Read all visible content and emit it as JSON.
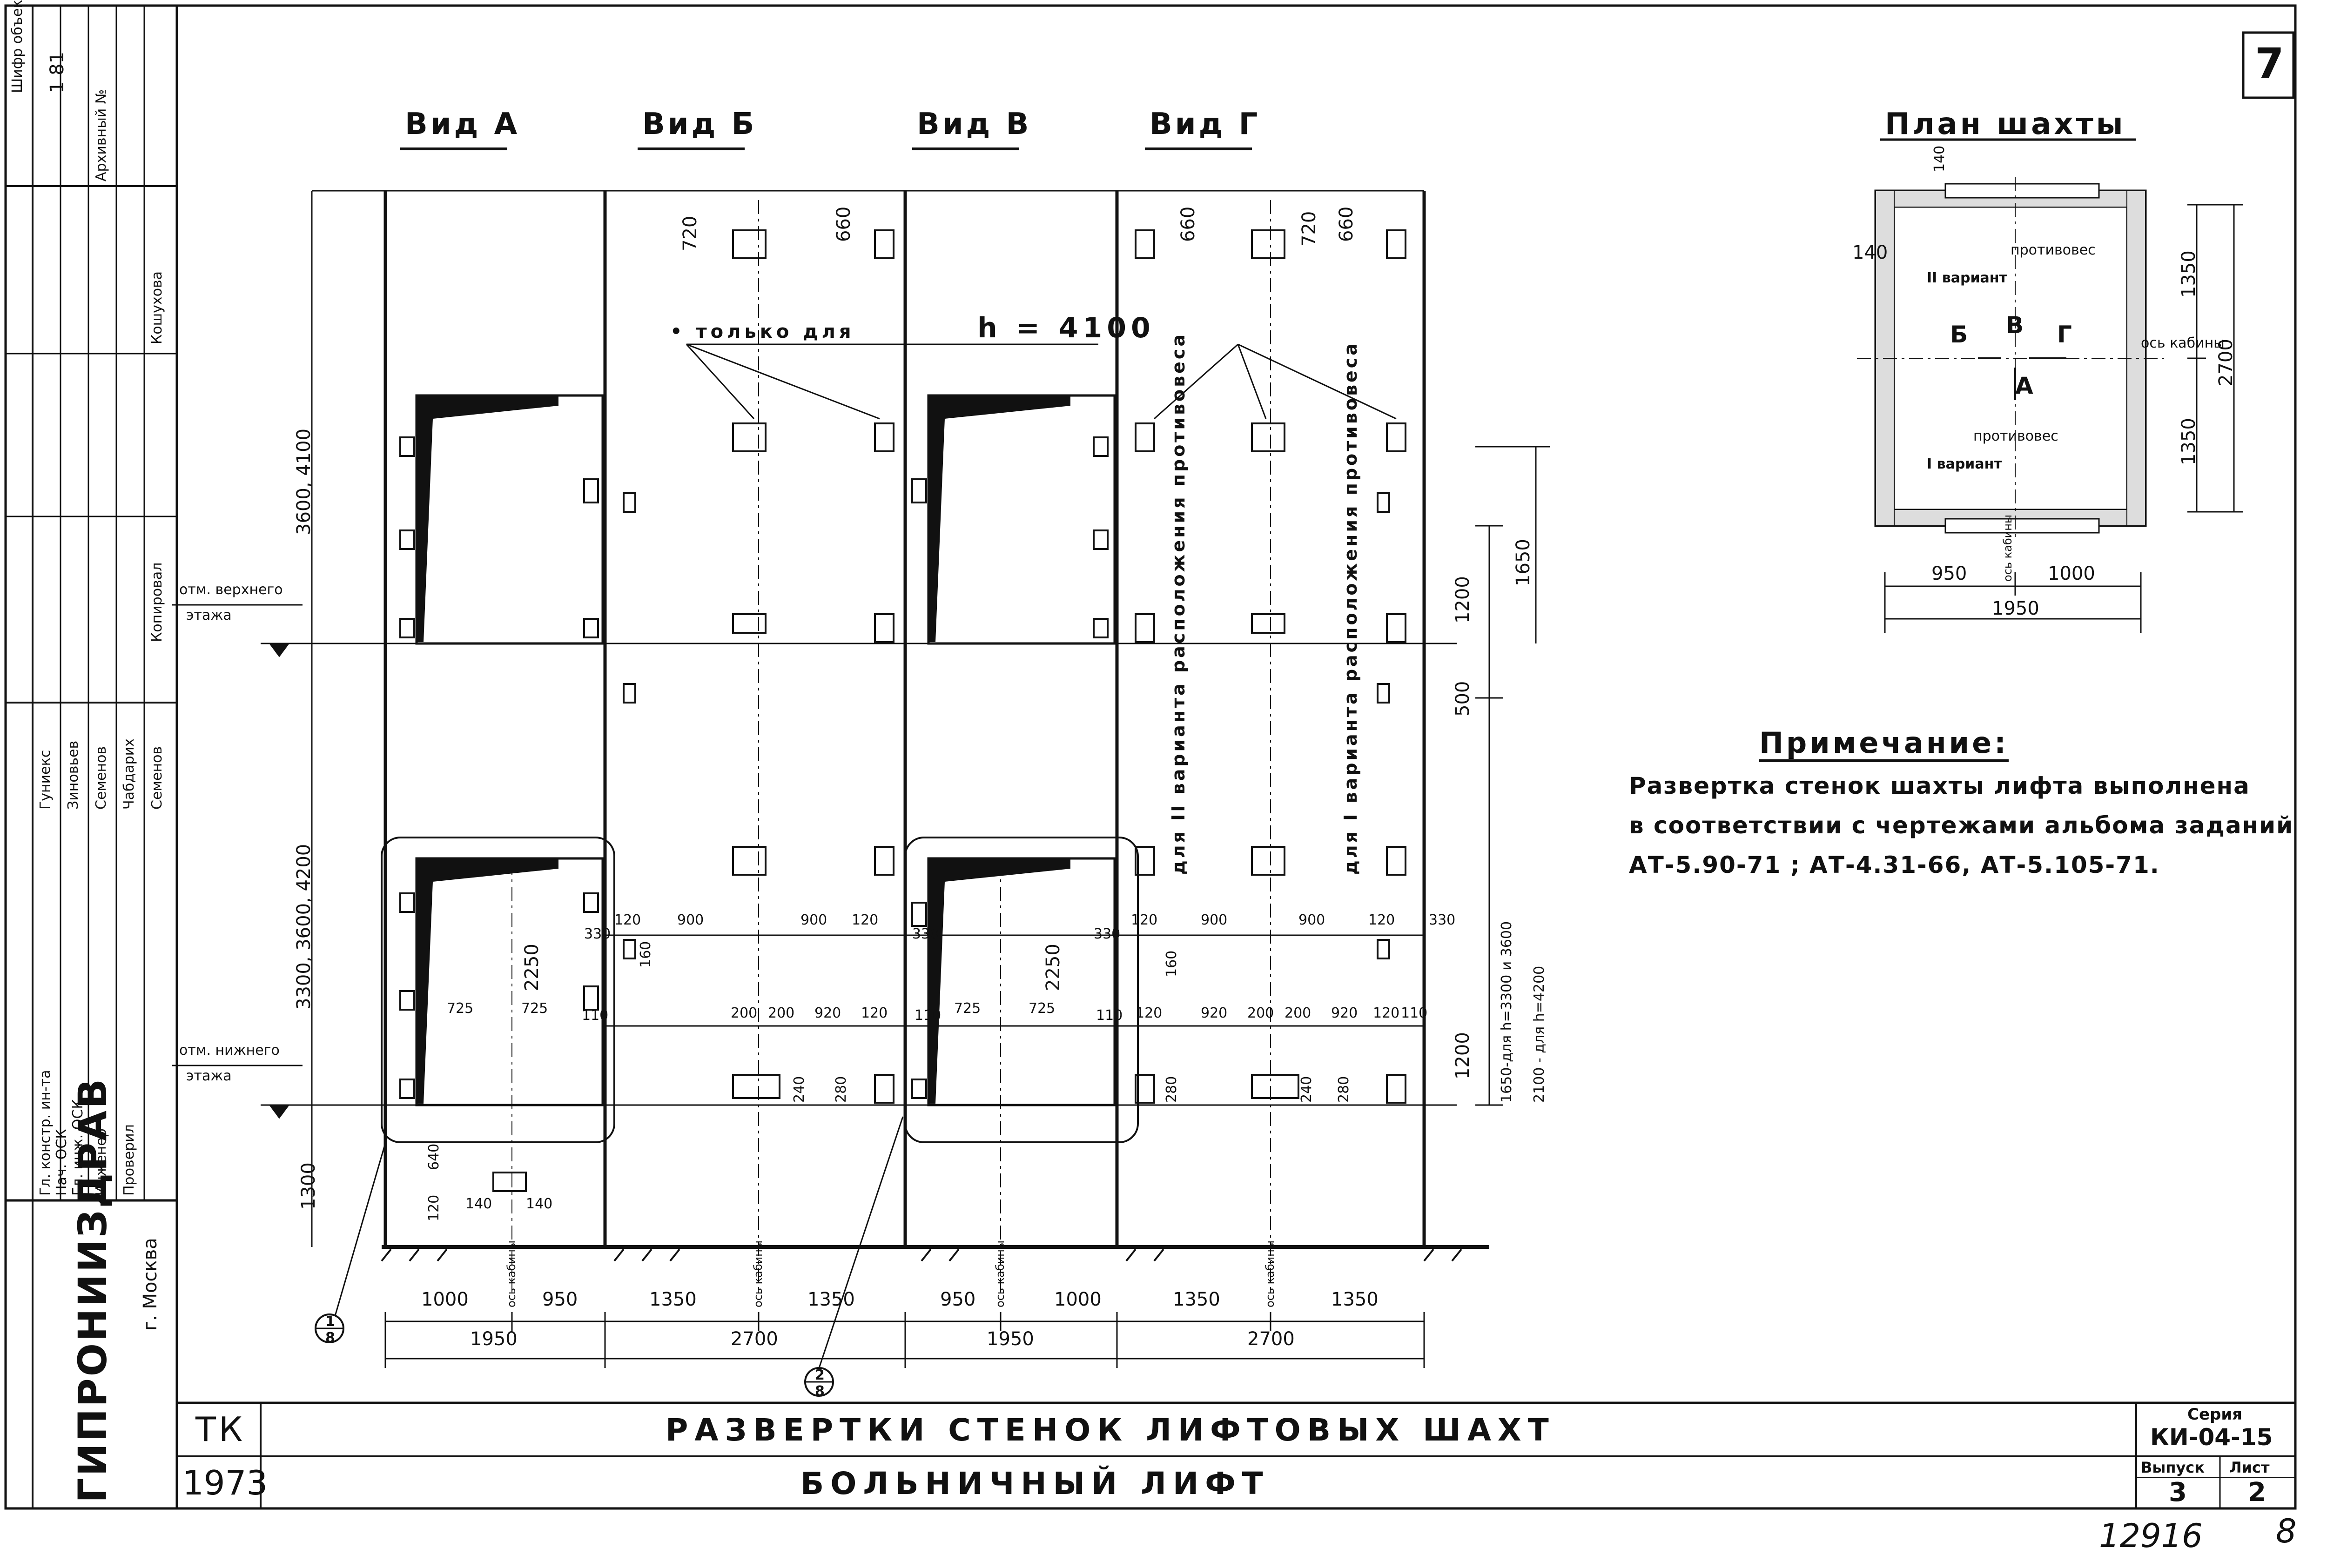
{
  "sheet_number": "7",
  "views": [
    "Вид А",
    "Вид Б",
    "Вид В",
    "Вид Г"
  ],
  "plan": {
    "title": "План шахты",
    "labels": {
      "cw2": "противовес",
      "cw2_variant": "II вариант",
      "cw1": "противовес",
      "cw1_variant": "I вариант",
      "axis": "ось кабины",
      "axis_bottom": "ось кабины",
      "a": "А",
      "b": "Б",
      "v": "В",
      "g": "Г"
    },
    "dims": {
      "d140a": "140",
      "d140b": "140",
      "d1350a": "1350",
      "d1350b": "1350",
      "d2700": "2700",
      "d950": "950",
      "d1000": "1000",
      "d1950": "1950"
    }
  },
  "note": {
    "title": "Примечание:",
    "lines": [
      "Развертка стенок шахты лифта выполнена",
      "в соответствии с чертежами альбома заданий",
      "АТ-5.90-71 ; АТ-4.31-66, АТ-5.105-71."
    ]
  },
  "elevation": {
    "only_for": "• только для",
    "h_value": "h = 4100",
    "upper_floor": [
      "отм. верхнего",
      "этажа"
    ],
    "lower_floor": [
      "отм. нижнего",
      "этажа"
    ],
    "variant2": "для II варианта расположения противовеса",
    "variant1": "для I варианта расположения противовеса",
    "axis": "ось кабины",
    "h_upper": "3600, 4100",
    "h_lower": "3300, 3600, 4200",
    "pit": "1300",
    "dims_top": [
      "720",
      "660",
      "660",
      "720",
      "660"
    ],
    "dims_mid": {
      "d120a": "120",
      "d900a": "900",
      "d900b": "900",
      "d120b": "120",
      "d120c": "120",
      "d900c": "900",
      "d900d": "900",
      "d120d": "120",
      "d330": "330",
      "d330a": "330",
      "d330b": "330",
      "d330c": "330",
      "d160a": "160",
      "d160b": "160",
      "d2250a": "2250",
      "d2250b": "2250",
      "d725a": "725",
      "d725b": "725",
      "d725c": "725",
      "d725d": "725",
      "d110a": "110",
      "d110b": "110",
      "d110c": "110"
    },
    "dims_row2": [
      "200",
      "200",
      "920",
      "120",
      "120",
      "920",
      "200",
      "200",
      "920",
      "120",
      "110"
    ],
    "dims_small": {
      "d240a": "240",
      "d280a": "280",
      "d280b": "280",
      "d240b": "240",
      "d280c": "280",
      "d640": "640",
      "d120e": "120",
      "d140a": "140",
      "d140b": "140"
    },
    "dims_right": {
      "d1650": "1650",
      "d1200a": "1200",
      "d500": "500",
      "d1200b": "1200",
      "note_a": "1650-для h=3300 и 3600",
      "note_b": "2100 - для h=4200"
    },
    "bottom_dims": [
      "1000",
      "950",
      "1350",
      "1350",
      "950",
      "1000",
      "1350",
      "1350"
    ],
    "bottom_totals": [
      "1950",
      "2700",
      "1950",
      "2700"
    ],
    "callout1_top": "1",
    "callout1_bottom": "8",
    "callout2_top": "2",
    "callout2_bottom": "8"
  },
  "stamp": {
    "org": "ГИПРОНИИЗДРАВ",
    "city": "г. Москва",
    "roles": [
      "Гл. констр. ин-та",
      "Нач. ОСК",
      "Гл. инж. ОСК",
      "Инженер",
      "Проверил"
    ],
    "names": [
      "Гуниекс",
      "Зиновьев",
      "Семенов",
      "Чабдарих",
      "Семенов"
    ],
    "archive": "Архивный №",
    "shifr": "Шифр объекта",
    "shifr_val": "1 81",
    "copied": "Копировал",
    "copier": "Кошухова"
  },
  "title_block": {
    "tk": "ТК",
    "year": "1973",
    "line1": "РАЗВЕРТКИ   СТЕНОК   ЛИФТОВЫХ   ШАХТ",
    "line2": "БОЛЬНИЧНЫЙ   ЛИФТ",
    "series_label": "Серия",
    "series": "КИ-04-15",
    "issue_label": "Выпуск",
    "issue": "3",
    "sheet_label": "Лист",
    "sheet": "2"
  },
  "footer": {
    "code": "12916",
    "page": "8"
  }
}
